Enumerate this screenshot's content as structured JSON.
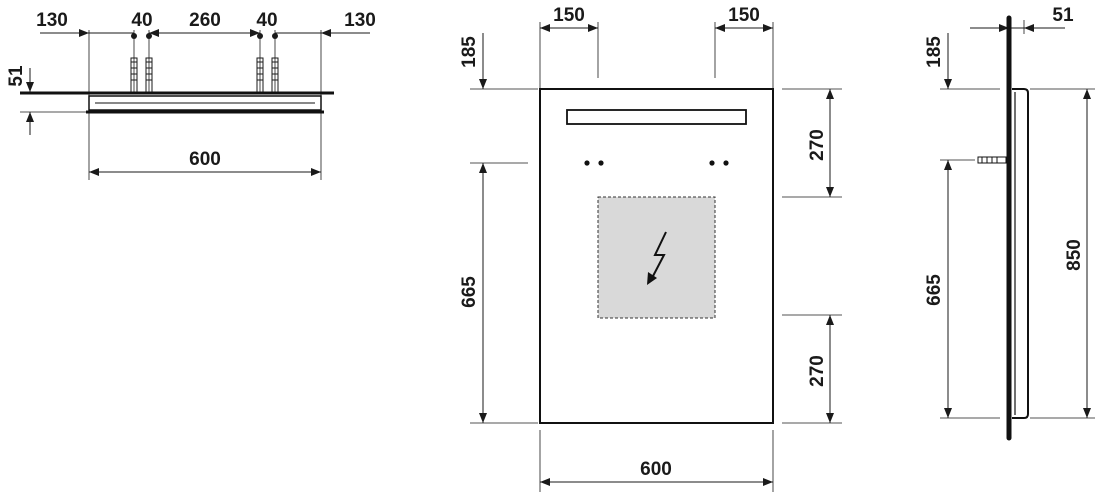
{
  "top_view": {
    "dims": {
      "left_margin": "130",
      "anchor_w_left": "40",
      "anchor_spacing": "260",
      "anchor_w_right": "40",
      "right_margin": "130",
      "depth": "51",
      "width": "600"
    }
  },
  "front_view": {
    "dims": {
      "top_left_offset": "150",
      "top_right_offset": "150",
      "top_height": "185",
      "lower_height": "665",
      "right_upper": "270",
      "right_lower": "270",
      "bottom_width": "600"
    }
  },
  "side_view": {
    "dims": {
      "depth": "51",
      "top_height": "185",
      "lower_height": "665",
      "total_height": "850"
    }
  },
  "colors": {
    "line": "#1a1a1a",
    "zone_fill": "#d9d9d9"
  },
  "icons": {
    "electrical": "lightning-bolt"
  }
}
